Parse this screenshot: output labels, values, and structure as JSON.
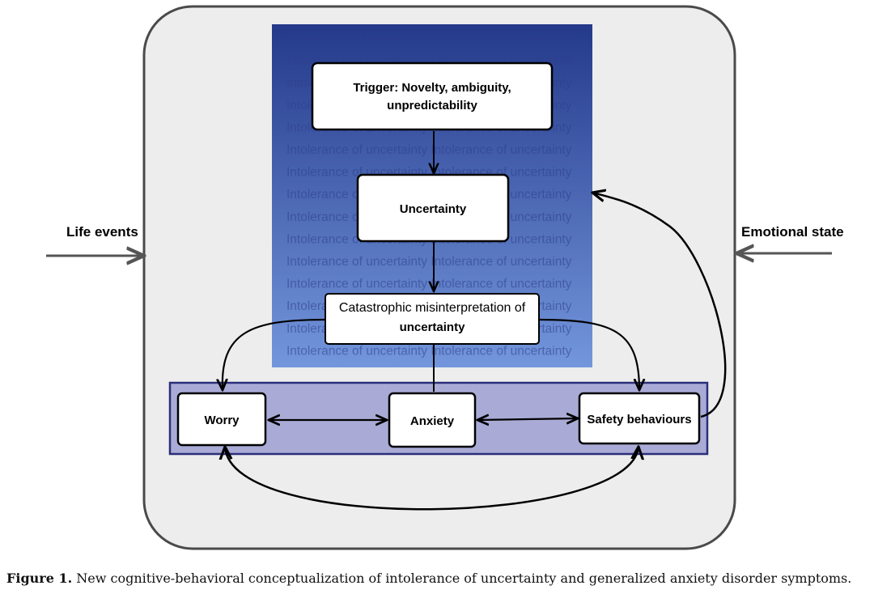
{
  "background_phrase": "Intolerance of uncertainty",
  "nodes": {
    "trigger": {
      "line1": "Trigger: Novelty, ambiguity,",
      "line2": "unpredictability"
    },
    "uncertainty": {
      "label": "Uncertainty"
    },
    "catastrophic": {
      "line1": "Catastrophic misinterpretation of",
      "line2": "uncertainty"
    },
    "worry": {
      "label": "Worry"
    },
    "anxiety": {
      "label": "Anxiety"
    },
    "safety": {
      "label": "Safety behaviours"
    }
  },
  "side_labels": {
    "left": "Life events",
    "right": "Emotional state"
  },
  "caption": {
    "lead": "Figure 1.",
    "text": " New cognitive-behavioral conceptualization of intolerance of uncertainty and generalized anxiety disorder symptoms."
  },
  "colors": {
    "outer_fill": "#ededed",
    "blue_top": "#2a3f8e",
    "blue_bottom": "#6b8fd8",
    "band_fill": "#a9abd6",
    "band_border": "#2a2f7a"
  }
}
